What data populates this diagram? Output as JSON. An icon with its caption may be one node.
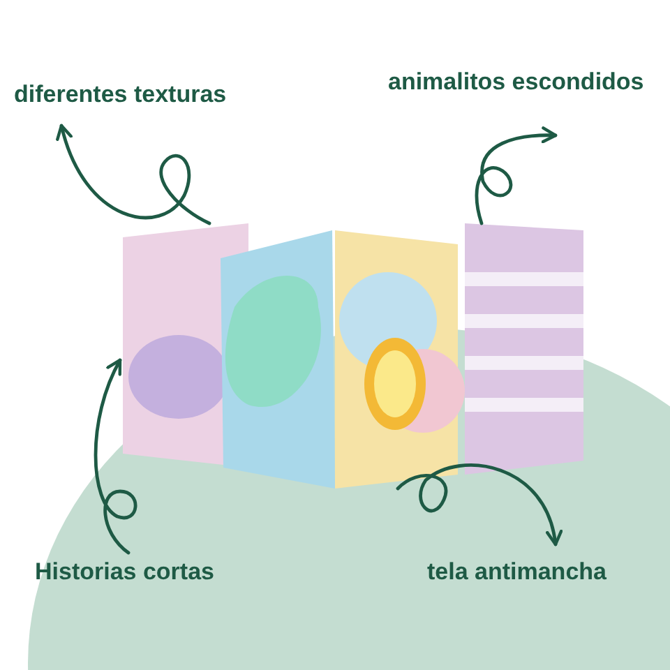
{
  "diagram": {
    "nodes": [
      {
        "text": [
          "diferentes texturas"
        ]
      },
      {
        "text": [
          "animalitos escondidos"
        ]
      },
      {
        "text": [
          "Historias cortas"
        ]
      },
      {
        "text": [
          "tela antimancha"
        ]
      },
      {
        "text": [],
        "shape": "picture"
      }
    ],
    "edges": [
      {
        "from": 4,
        "to": 0,
        "arrow": "to"
      },
      {
        "from": 4,
        "to": 1,
        "arrow": "to"
      },
      {
        "from": 2,
        "to": 4,
        "arrow": "to"
      },
      {
        "from": 4,
        "to": 3,
        "arrow": "to"
      }
    ]
  }
}
